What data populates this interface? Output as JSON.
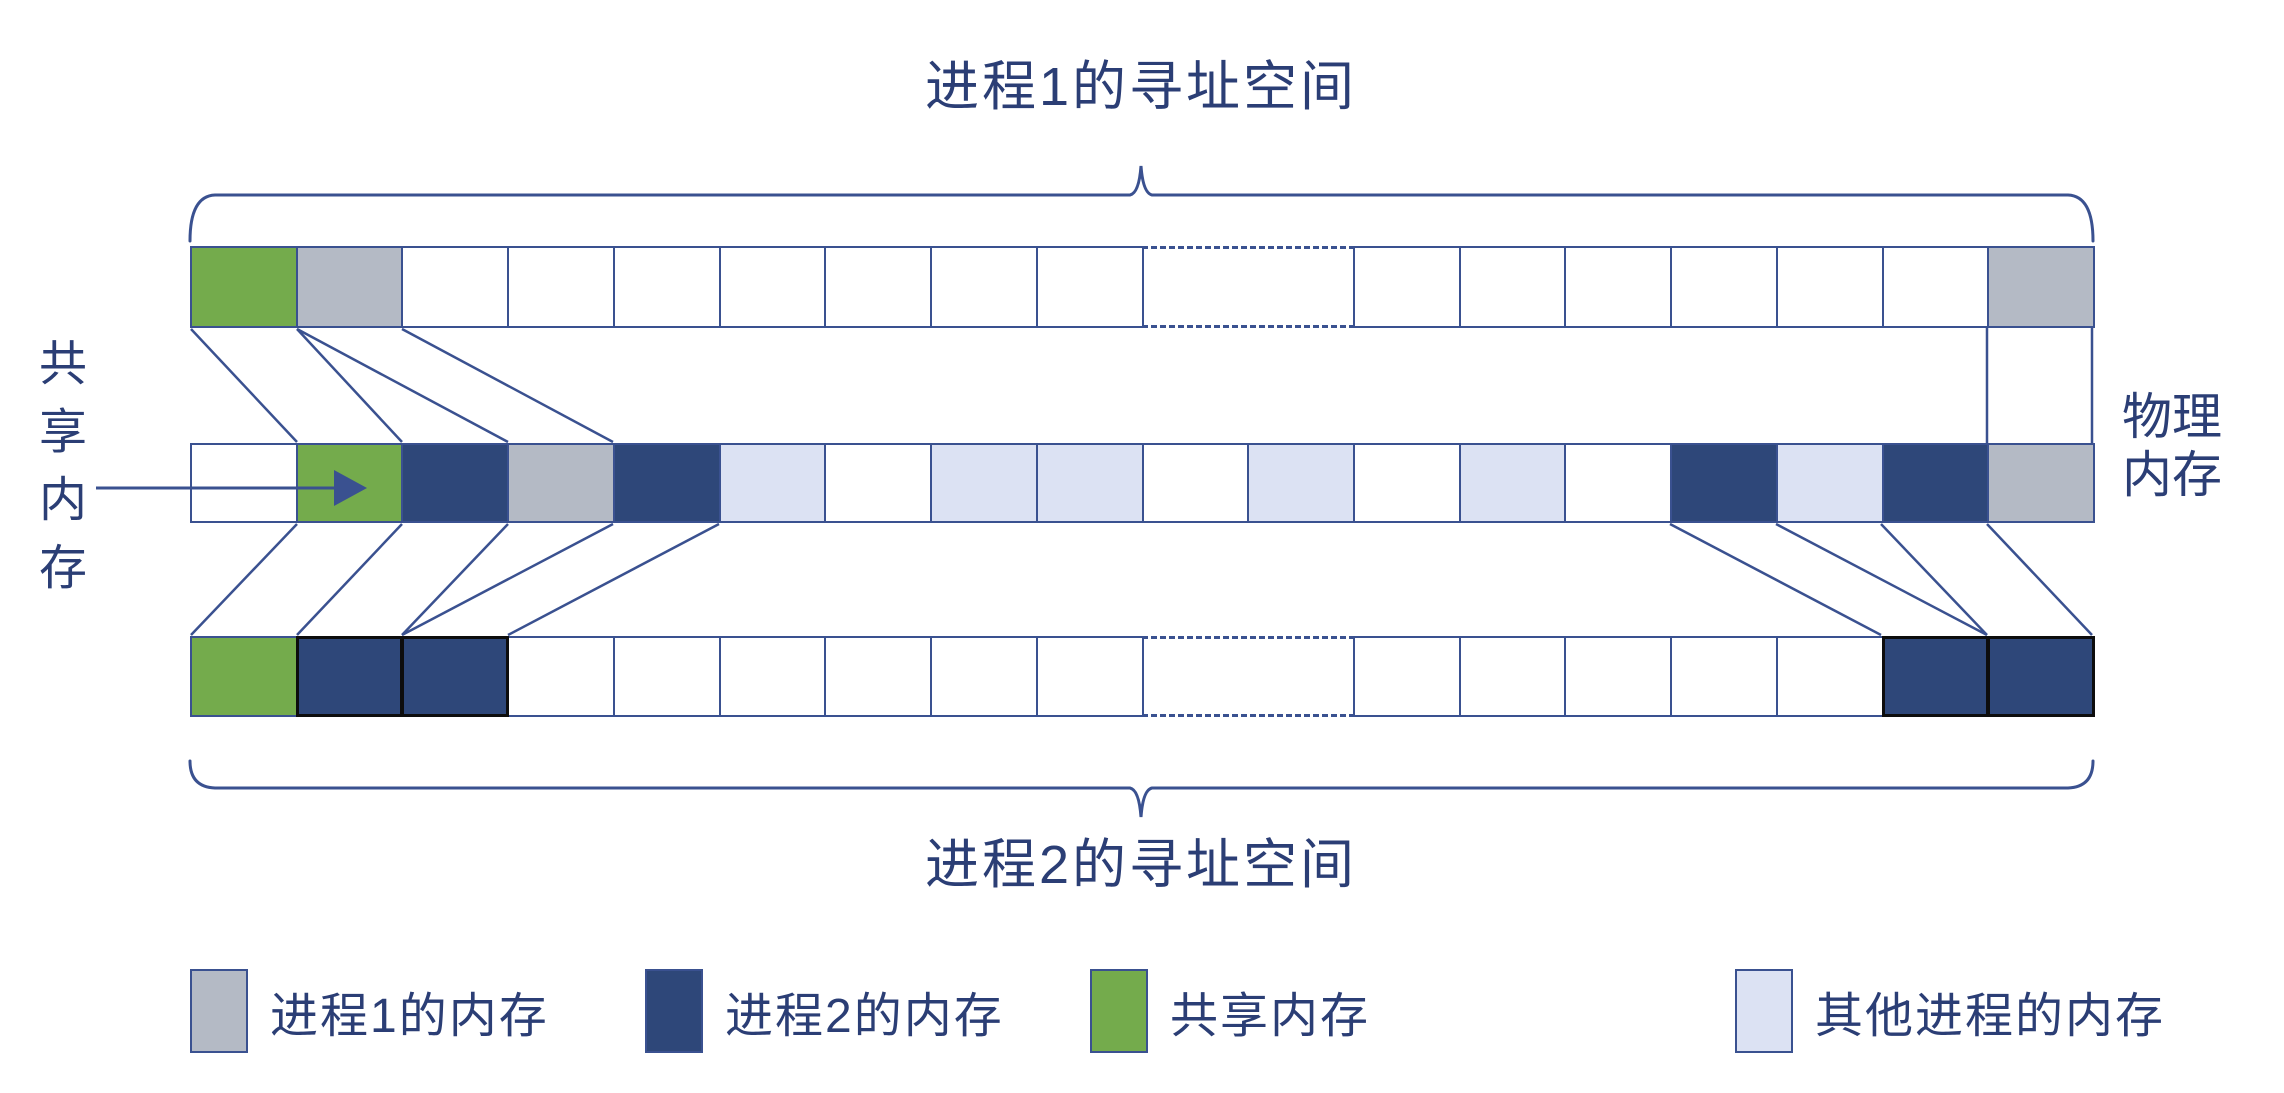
{
  "titles": {
    "top": "进程1的寻址空间",
    "bottom": "进程2的寻址空间"
  },
  "labels": {
    "shared_memory": "共享内存",
    "physical_memory": "物理内存"
  },
  "colors": {
    "line": "#3a5190",
    "text": "#2b3e75",
    "p1": "#b4bac5",
    "p2": "#2e4779",
    "shared": "#74ab4c",
    "other": "#dce2f3",
    "white": "#ffffff",
    "black_border": "#0d0d0d"
  },
  "rows": {
    "process1": {
      "cells": [
        "shared",
        "p1",
        "w",
        "w",
        "w",
        "w",
        "w",
        "w",
        "w",
        "gap",
        "w",
        "w",
        "w",
        "w",
        "w",
        "w",
        "p1"
      ]
    },
    "physical": {
      "cells": [
        "w",
        "shared",
        "p2",
        "p1",
        "p2",
        "other",
        "w",
        "other",
        "other",
        "w",
        "other",
        "w",
        "other",
        "w",
        "p2",
        "other",
        "p2",
        "p1"
      ]
    },
    "process2": {
      "cells": [
        "shared",
        "p2k",
        "p2k",
        "w",
        "w",
        "w",
        "w",
        "w",
        "w",
        "gap",
        "w",
        "w",
        "w",
        "w",
        "w",
        "p2k",
        "p2k"
      ]
    }
  },
  "legend": [
    {
      "type": "p1",
      "label": "进程1的内存"
    },
    {
      "type": "p2",
      "label": "进程2的内存"
    },
    {
      "type": "shared",
      "label": "共享内存"
    },
    {
      "type": "other",
      "label": "其他进程的内存"
    }
  ]
}
